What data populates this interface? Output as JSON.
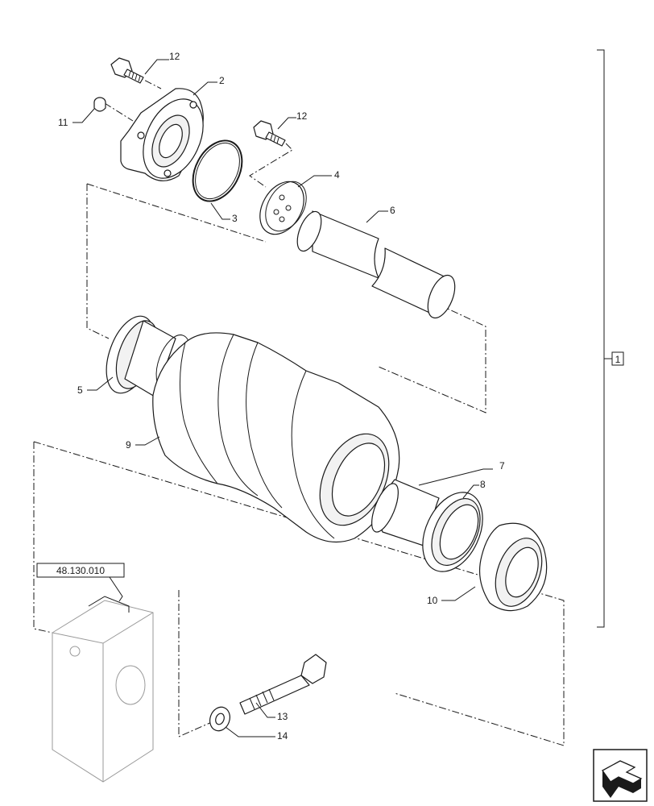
{
  "callouts": {
    "c1": "1",
    "c2": "2",
    "c3": "3",
    "c4": "4",
    "c5": "5",
    "c6": "6",
    "c7": "7",
    "c8": "8",
    "c9": "9",
    "c10": "10",
    "c11": "11",
    "c12a": "12",
    "c12b": "12",
    "c13": "13",
    "c14": "14"
  },
  "reference": {
    "section_code": "48.130.010"
  },
  "icons": {
    "nav": "next-page-arrow-icon"
  }
}
